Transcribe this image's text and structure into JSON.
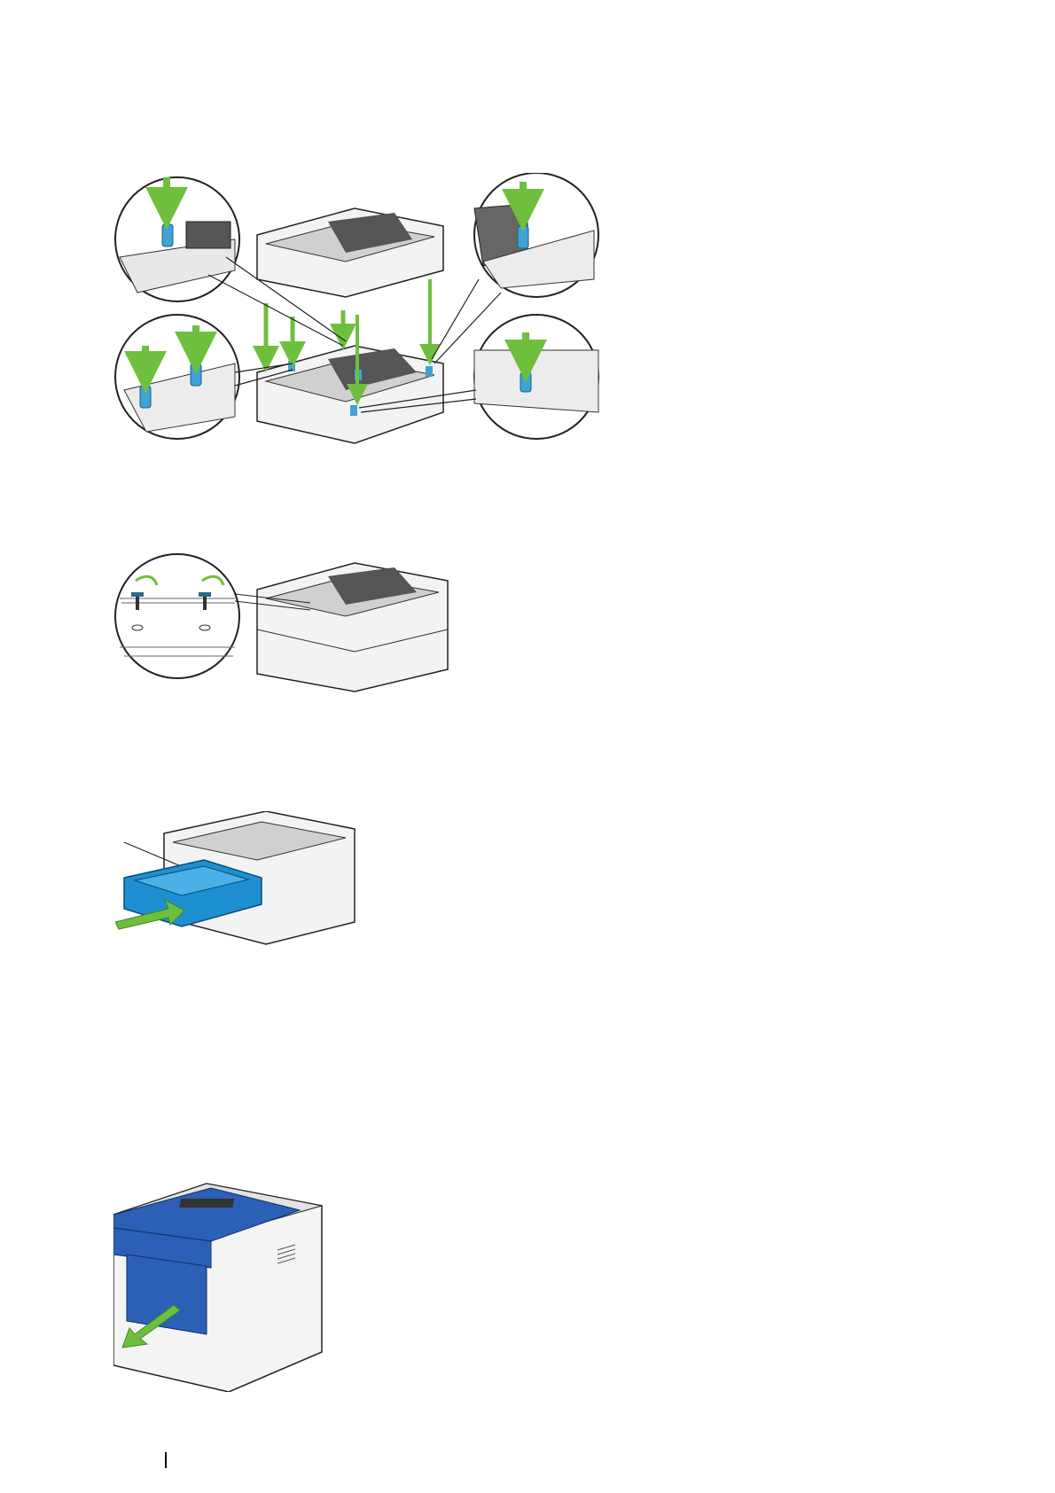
{
  "page": {
    "background": "#ffffff"
  },
  "figures": [
    {
      "icon": "printer-stack-alignment-illustration"
    },
    {
      "icon": "screw-fastening-illustration"
    },
    {
      "icon": "paper-tray-insert-illustration"
    },
    {
      "icon": "printer-open-tray-illustration"
    }
  ],
  "colors": {
    "arrow": "#6fbf3f",
    "pin": "#3fa3d6",
    "tray": "#1e8fd0",
    "cover": "#2c5fb6",
    "outline": "#222222",
    "body": "#f4f4f4"
  }
}
